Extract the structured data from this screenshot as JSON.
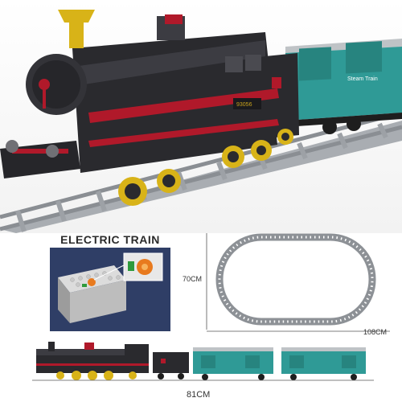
{
  "panel": {
    "title": "ELECTRIC TRAIN"
  },
  "dimensions": {
    "height": "70CM",
    "width": "108CM",
    "train_length": "81CM"
  },
  "train": {
    "number": "93056",
    "nameplate": "Steam Train"
  },
  "colors": {
    "engine": "#2a2a2e",
    "trim": "#b0192a",
    "coach": "#2f9a96",
    "gold": "#c9a21c",
    "rail": "#8d9196"
  }
}
